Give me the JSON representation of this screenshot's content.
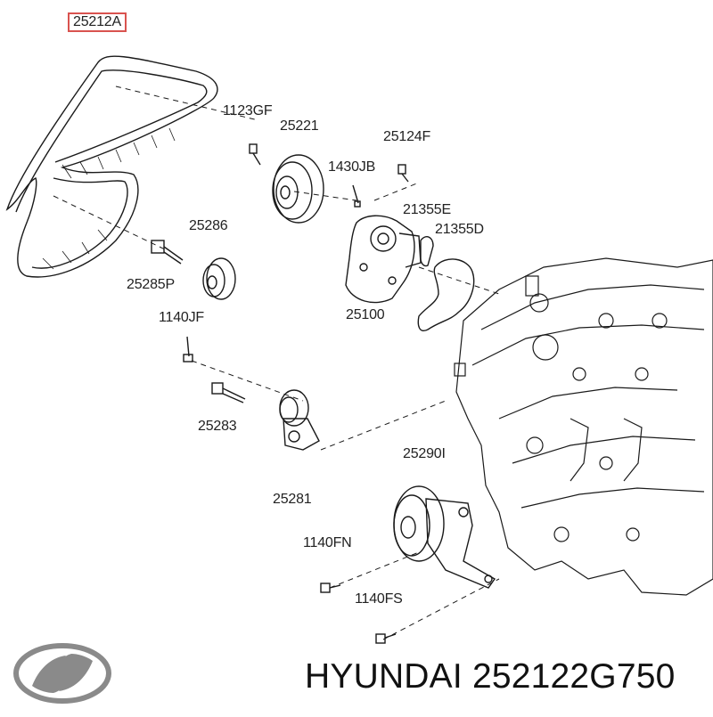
{
  "diagram": {
    "labels": {
      "belt": "25212A",
      "bolt_1123GF": "1123GF",
      "pulley_25221": "25221",
      "bolt_25124F": "25124F",
      "pin_1430JB": "1430JB",
      "gasket_21355E": "21355E",
      "gasket_21355D": "21355D",
      "idler_25286": "25286",
      "bolt_25285P": "25285P",
      "pump_25100": "25100",
      "bolt_1140JF": "1140JF",
      "bolt_25283": "25283",
      "tensioner_25281": "25281",
      "pulley_25290I": "25290I",
      "bolt_1140FN": "1140FN",
      "bolt_1140FS": "1140FS"
    }
  },
  "footer": {
    "brand_part": "HYUNDAI 252122G750"
  },
  "colors": {
    "line": "#1a1a1a",
    "highlight_box": "#d9534f",
    "logo": "#8a8a8a"
  }
}
